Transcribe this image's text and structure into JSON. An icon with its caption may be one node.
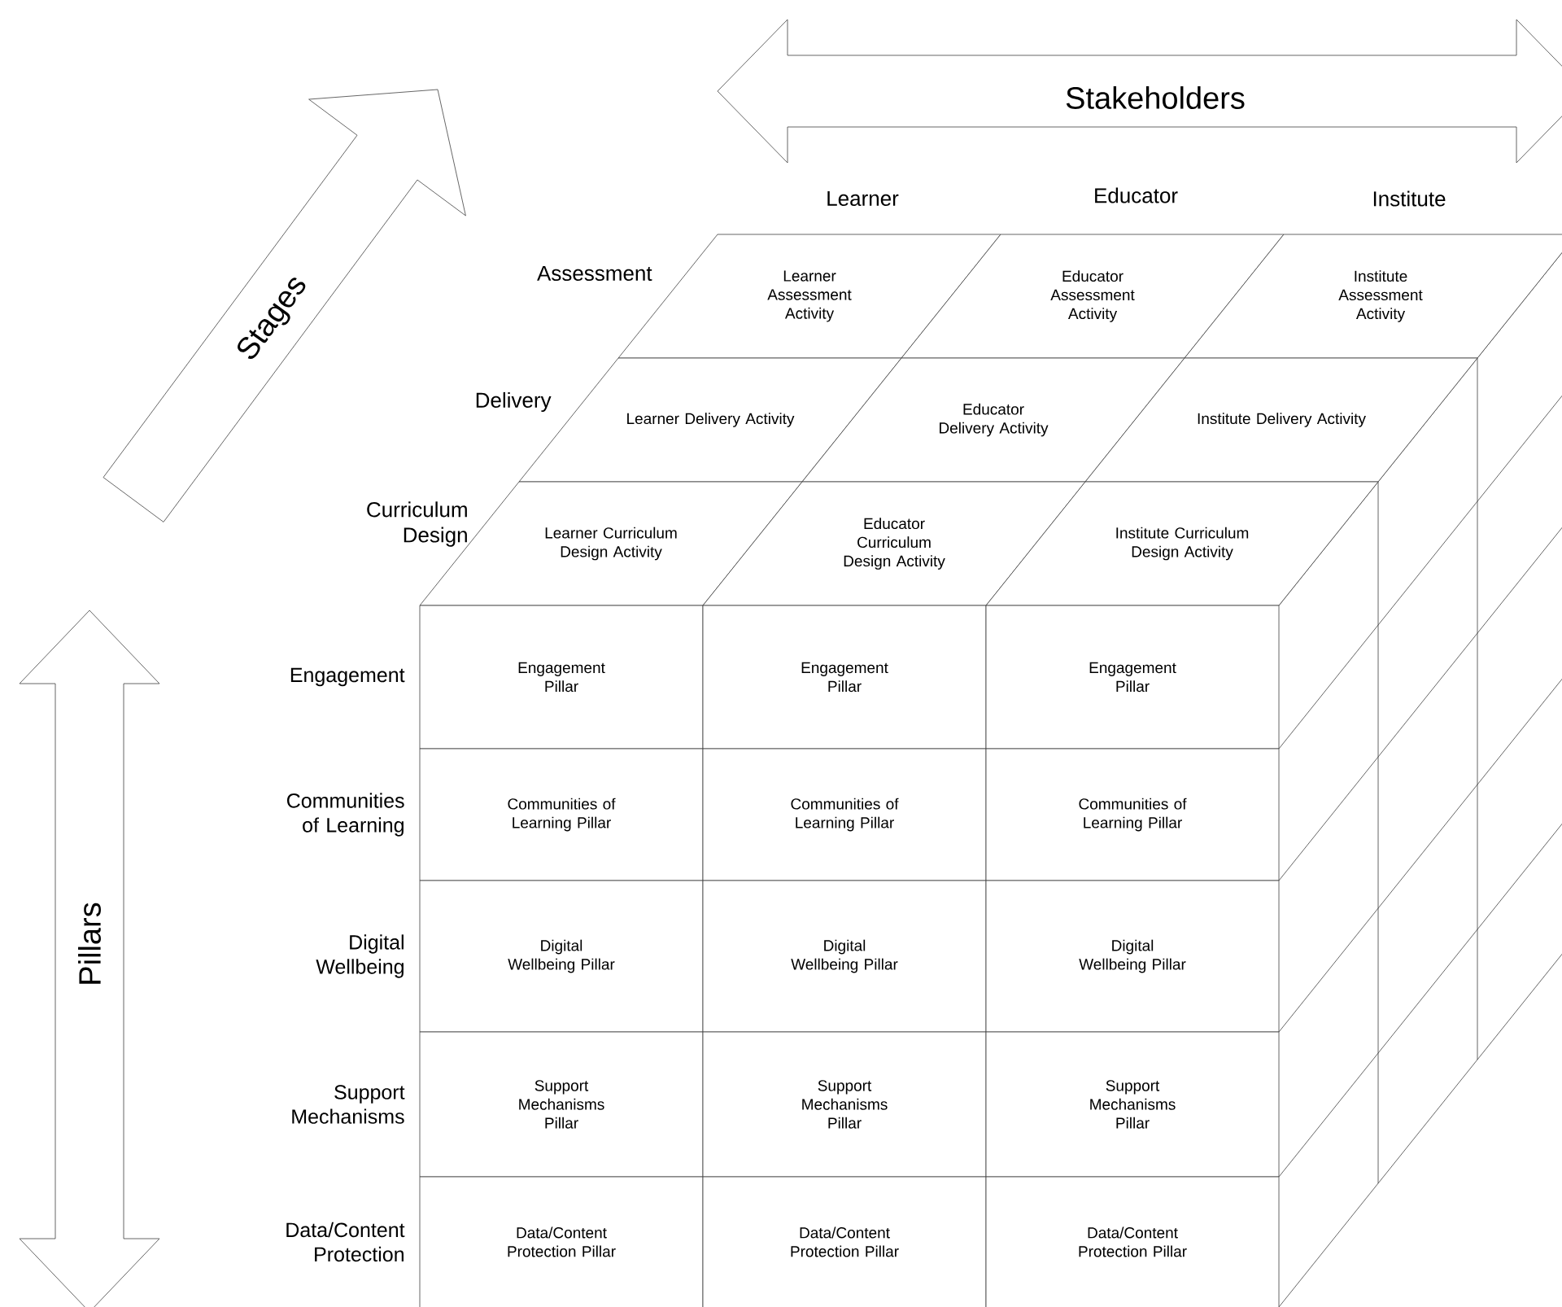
{
  "diagram": {
    "nodes": [
      {
        "text": [
          "Learner Assessment Activity"
        ]
      },
      {
        "text": [
          "Educator Assessment Activity"
        ]
      },
      {
        "text": [
          "Institute Assessment Activity"
        ]
      },
      {
        "text": [
          "Learner Delivery Activity"
        ]
      },
      {
        "text": [
          "Educator Delivery Activity"
        ]
      },
      {
        "text": [
          "Institute Delivery Activity"
        ]
      },
      {
        "text": [
          "Learner Curriculum Design Activity"
        ]
      },
      {
        "text": [
          "Educator Curriculum Design Activity"
        ]
      },
      {
        "text": [
          "Institute Curriculum Design Activity"
        ]
      },
      {
        "text": [
          "Engagement Pillar"
        ]
      },
      {
        "text": [
          "Engagement Pillar"
        ]
      },
      {
        "text": [
          "Engagement Pillar"
        ]
      },
      {
        "text": [
          "Communities of Learning Pillar"
        ]
      },
      {
        "text": [
          "Communities of Learning Pillar"
        ]
      },
      {
        "text": [
          "Communities of Learning Pillar"
        ]
      },
      {
        "text": [
          "Digital Wellbeing Pillar"
        ]
      },
      {
        "text": [
          "Digital Wellbeing Pillar"
        ]
      },
      {
        "text": [
          "Digital Wellbeing Pillar"
        ]
      },
      {
        "text": [
          "Support Mechanisms Pillar"
        ]
      },
      {
        "text": [
          "Support Mechanisms Pillar"
        ]
      },
      {
        "text": [
          "Support Mechanisms Pillar"
        ]
      },
      {
        "text": [
          "Data/Content Protection Pillar"
        ]
      },
      {
        "text": [
          "Data/Content Protection Pillar"
        ]
      },
      {
        "text": [
          "Data/Content Protection Pillar"
        ]
      }
    ],
    "labels": [
      "Stakeholders",
      "Stages",
      "Learner",
      "Educator",
      "Institute",
      "Assessment",
      "Delivery",
      "Curriculum Design",
      "Pillars",
      "Engagement",
      "Communities of Learning",
      "Digital Wellbeing",
      "Support Mechanisms",
      "Data/Content Protection"
    ]
  }
}
